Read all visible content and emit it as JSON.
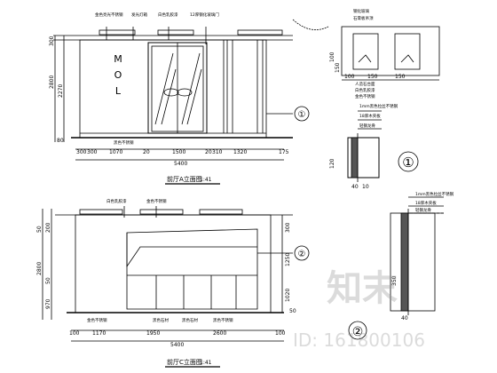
{
  "elevation_a": {
    "title": "前厅A立面图",
    "scale": "1:41",
    "mol_letters": [
      "M",
      "O",
      "L"
    ],
    "labels_top": [
      "金色亮光不锈钢",
      "发光灯箱",
      "白色乳胶漆",
      "12厚钢化玻璃门"
    ],
    "dims_left": [
      "300",
      "2800",
      "2270",
      "80"
    ],
    "dims_bottom_segments": [
      "300",
      "300",
      "1070",
      "20",
      "1500",
      "20",
      "310",
      "1320",
      "175"
    ],
    "dim_total": "5400",
    "base_label": "黑色不锈钢",
    "callout_marker": "①"
  },
  "elevation_c": {
    "title": "前厅C立面图",
    "scale": "1:41",
    "labels_top": [
      "白色乳胶漆",
      "金色不锈钢"
    ],
    "dims_left": [
      "50",
      "200",
      "2800",
      "50",
      "970"
    ],
    "dims_right": [
      "300",
      "1250",
      "1020",
      "50"
    ],
    "dims_bottom_segments": [
      "100",
      "1170",
      "1950",
      "2600",
      "100"
    ],
    "dim_total": "5400",
    "labels_bottom": [
      "金色不锈钢",
      "黑色石材",
      "黑色石材",
      "黑色不锈钢"
    ],
    "callout_marker": "②"
  },
  "plan_detail": {
    "labels": [
      "钢化玻璃",
      "石膏板吊顶"
    ],
    "dims_left": [
      "100",
      "150"
    ],
    "dims_bottom": [
      "100",
      "150",
      "150"
    ],
    "labels_bottom": [
      "人造石台面",
      "白色乳胶漆",
      "金色不锈钢"
    ]
  },
  "detail_1": {
    "marker": "①",
    "labels": [
      "1mm黑色拉丝不锈钢",
      "18厚木夹板",
      "轻钢龙骨"
    ],
    "dims_left": [
      "120"
    ],
    "dims_bottom": [
      "40",
      "10"
    ]
  },
  "detail_2": {
    "marker": "②",
    "labels": [
      "1mm黑色拉丝不锈钢",
      "18厚木夹板",
      "轻钢龙骨"
    ],
    "dims_left": [
      "350"
    ],
    "dims_bottom": [
      "40"
    ]
  },
  "watermark": {
    "brand": "知末",
    "id_text": "ID: 161800106"
  }
}
